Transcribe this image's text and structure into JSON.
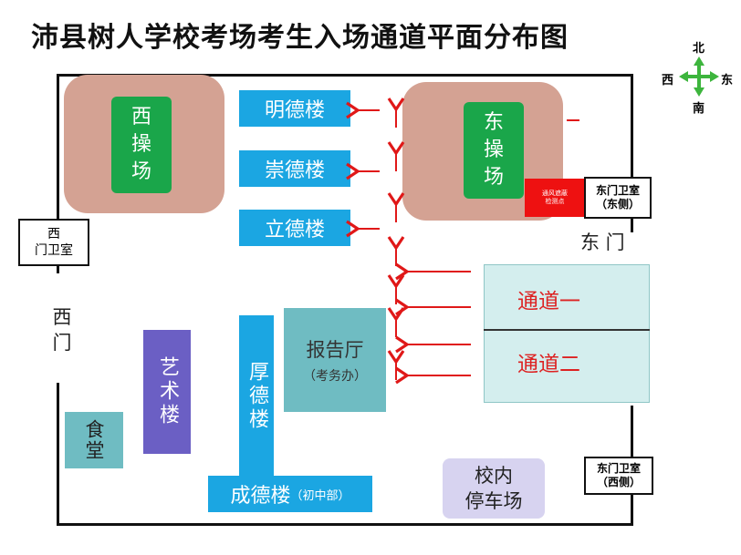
{
  "title": "沛县树人学校考场考生入场通道平面分布图",
  "compass": {
    "north": "北",
    "south": "南",
    "east": "东",
    "west": "西"
  },
  "west_field": {
    "line1": "西",
    "line2": "操",
    "line3": "场"
  },
  "east_field": {
    "line1": "东",
    "line2": "操",
    "line3": "场"
  },
  "buildings": {
    "mingde": "明德楼",
    "chongde": "崇德楼",
    "lide": "立德楼",
    "houde": "厚德楼",
    "chengde": "成德楼",
    "chengde_sub": "（初中部）",
    "yishu": "艺术楼",
    "shitang": "食堂",
    "baogaoting": "报告厅",
    "baogaoting_sub": "（考务办）",
    "parking_line1": "校内",
    "parking_line2": "停车场"
  },
  "health_check": {
    "line1": "通风遮蔽",
    "line2": "检测点"
  },
  "guard_rooms": {
    "west": {
      "line1": "西",
      "line2": "门卫室"
    },
    "east_north": {
      "line1": "东门卫室",
      "line2": "（东侧）"
    },
    "east_south": {
      "line1": "东门卫室",
      "line2": "（西侧）"
    }
  },
  "gates": {
    "west_line1": "西",
    "west_line2": "门",
    "east": "东 门"
  },
  "channels": {
    "one": "通道一",
    "two": "通道二"
  },
  "colors": {
    "arrow": "#e01818",
    "field": "#d4a293",
    "green": "#1aa64a",
    "blue": "#1ba6e2",
    "purple": "#6b5fc4",
    "teal": "#6fbcc2"
  }
}
